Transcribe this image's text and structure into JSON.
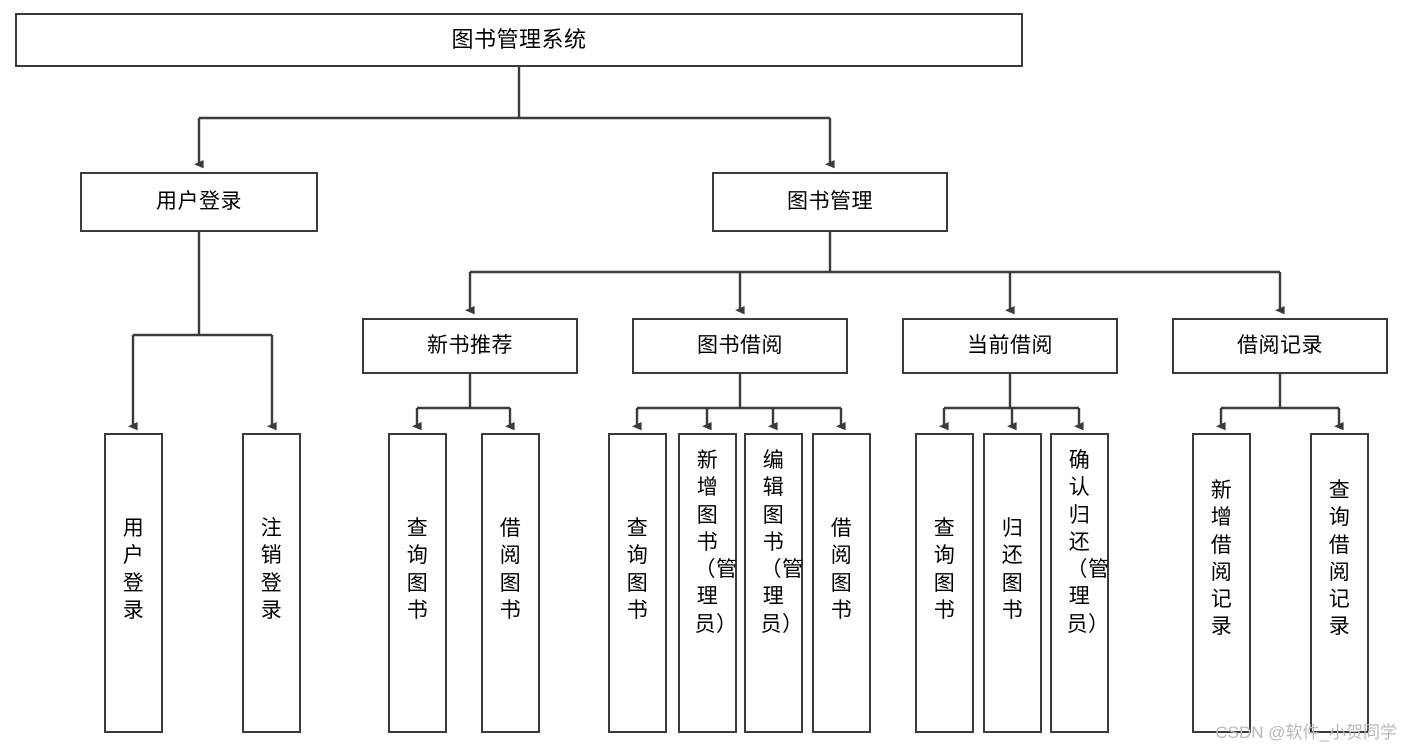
{
  "diagram": {
    "title": "图书管理系统",
    "type": "hierarchy-tree",
    "watermark": "CSDN @软件_小贺同学",
    "colors": {
      "stroke": "#3b3b3b",
      "fill": "#ffffff",
      "text": "#000000",
      "watermark": "#b9b9b9"
    },
    "root": {
      "label": "图书管理系统"
    },
    "level2": [
      {
        "label": "用户登录"
      },
      {
        "label": "图书管理"
      }
    ],
    "level3": [
      {
        "label": "新书推荐"
      },
      {
        "label": "图书借阅"
      },
      {
        "label": "当前借阅"
      },
      {
        "label": "借阅记录"
      }
    ],
    "leaves": [
      {
        "label": "用户登录",
        "parent": "用户登录"
      },
      {
        "label": "注销登录",
        "parent": "用户登录"
      },
      {
        "label": "查询图书",
        "parent": "新书推荐"
      },
      {
        "label": "借阅图书",
        "parent": "新书推荐"
      },
      {
        "label": "查询图书",
        "parent": "图书借阅"
      },
      {
        "label": "新增图书（管理员）",
        "parent": "图书借阅"
      },
      {
        "label": "编辑图书（管理员）",
        "parent": "图书借阅"
      },
      {
        "label": "借阅图书",
        "parent": "图书借阅"
      },
      {
        "label": "查询图书",
        "parent": "当前借阅"
      },
      {
        "label": "归还图书",
        "parent": "当前借阅"
      },
      {
        "label": "确认归还（管理员）",
        "parent": "当前借阅"
      },
      {
        "label": "新增借阅记录",
        "parent": "借阅记录"
      },
      {
        "label": "查询借阅记录",
        "parent": "借阅记录"
      }
    ]
  }
}
